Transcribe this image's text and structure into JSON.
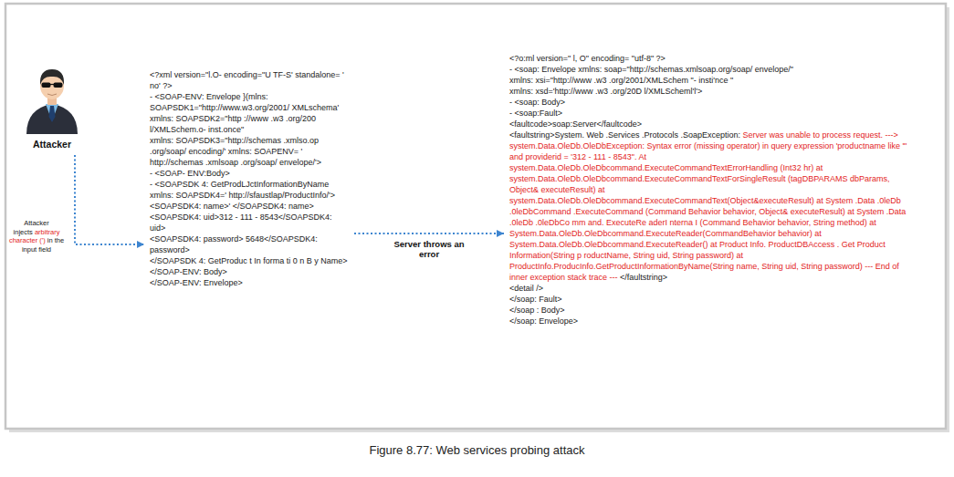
{
  "diagram": {
    "caption": "Figure 8.77: Web services probing attack",
    "nodes": [
      {
        "text": [
          "Attacker"
        ]
      },
      {
        "text": [
          "<?xml version=\"l.O- encoding=\"U TF-S' standalone= ' no' ?>",
          "- <SOAP-ENV: Envelope }(mlns: SOAPSDK1=\"http://www.w3.org/2001/ XMLschema'",
          "xmlns: SOAPSDK2=\"http ://www .w3 .org/200 l/XMLSchem.o- inst.once\"",
          "xmlns: SOAPSDK3=\"http://schemas .xmlso.op .org/soap/ encoding/' xmlns: SOAPENV= ' http://schemas .xmlsoap .org/soap/ envelope/'>",
          "- <SOAP- ENV:Body>",
          "- <SOAPSDK 4: GetProdLJctInformationByName xmlns: SOAPSDK4=' http://sfaustlap/ProductInfo/'>",
          "<SOAPSDK4: name>' </SOAPSDK4: name>",
          "<SOAPSDK4: uid>312 - 111 - 8543</SOAPSDK4: uid>",
          "<SOAPSDK4: password> 5648</SOAPSDK4: password>",
          "</SOAPSDK 4: GetProduc t In forma ti 0 n B y Name>",
          "</SOAP-ENV: Body>",
          "</SOAP-ENV: Envelope>"
        ]
      },
      {
        "text": [
          "<?o:ml version=\" l, O\" encoding= \"utf-8\" ?>",
          "- <soap: Envelope xmlns: soap=\"http://schemas.xmlsoap.org/soap/ envelope/\"",
          "xmlns: xsi=\"http://www .w3 .org/2001/XMLSchem \"- insti'nce \"",
          "xmlns: xsd='http://www .w3 .org/20D l/XMLScheml'l'>",
          "- <soap: Body>",
          "- <soap:Fault>",
          "<faultcode>soap:Server</faultcode>",
          "<faultstring>System. Web .Services .Protocols .SoapException:",
          "Server was unable to process request. ---> system.Data.OleDb.OleDbException: Syntax error (missing operator) in query expression 'productname like '\" and providerid = '312 - 111 - 8543\". At system.Data.OleDb.OleDbcommand.ExecuteCommandTextErrorHandling (Int32 hr) at system.Data.OleDb.OleDbcommand.ExecuteCommandTextForSingleResult (tagDBPARAMS dbParams, Object& executeResult) at system.Data.OleDb.OleDbcommand.ExecuteCommandText(Object&executeResult) at System .Data .0leDb .0leDbCommand .ExecuteCommand (Command Behavior behavior, Object& executeResult) at System .Data .0leDb .0leDbCo mm and. ExecuteRe aderI nterna I (Command Behavior behavior, String method) at System.Data.OleDb.OleDbcommand.ExecuteReader(CommandBehavior behavior) at System.Data.OleDb.OleDbcommand.ExecuteReader() at Product Info. ProductDBAccess . Get Product Information(String p roductName, String uid, String password) at ProductInfo.ProducInfo.GetProductInformationByName(String name, String uid, String password) --- End of inner exception stack trace ---",
          "</faultstring>",
          "<detail />",
          "</soap: Fault>",
          "</soap : Body>",
          "</soap: Envelope>"
        ]
      }
    ],
    "edges": [
      {
        "from": 0,
        "to": 1,
        "arrow": "to"
      },
      {
        "from": 1,
        "to": 2,
        "label": "Server throws an error",
        "arrow": "to"
      }
    ],
    "labels": [
      "Attacker injects",
      "arbitrary character (')",
      "in the input field"
    ]
  }
}
